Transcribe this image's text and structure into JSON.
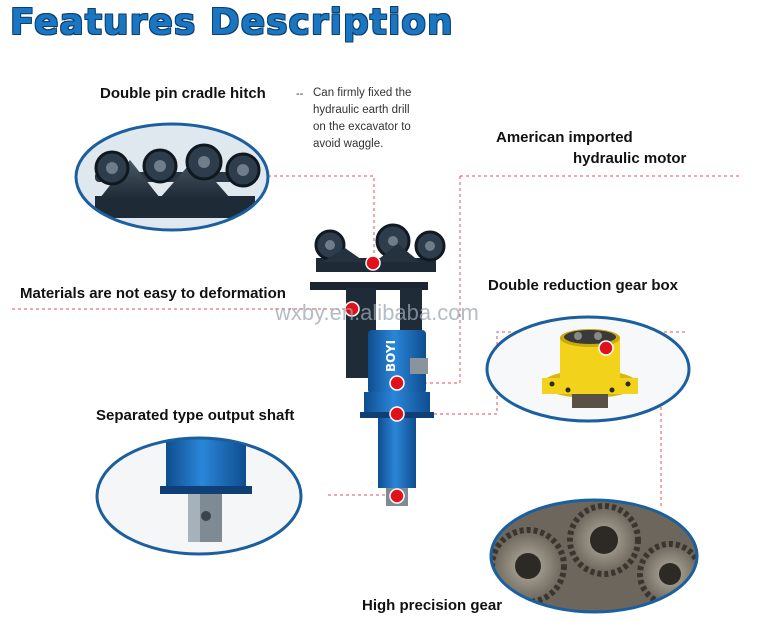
{
  "title": "Features Description",
  "labels": {
    "cradle_hitch": "Double pin cradle hitch",
    "cradle_note_dash": "--",
    "cradle_note": [
      "Can firmly fixed the",
      "hydraulic earth drill",
      "on the excavator to",
      "avoid waggle."
    ],
    "motor_line1": "American imported",
    "motor_line2": "hydraulic motor",
    "materials": "Materials are not easy to deformation",
    "gearbox": "Double reduction gear box",
    "shaft": "Separated type output shaft",
    "gear": "High precision gear",
    "brand_on_drill": "BOYI"
  },
  "watermark": "wxby.en.alibaba.com",
  "colors": {
    "title": "#1b76c2",
    "drill_blue": "#1e6fc0",
    "marker_red": "#e0111a",
    "leader_line": "#e0505a",
    "oval_border": "#1b5f9e",
    "gearbox_yellow": "#f2d21a"
  }
}
